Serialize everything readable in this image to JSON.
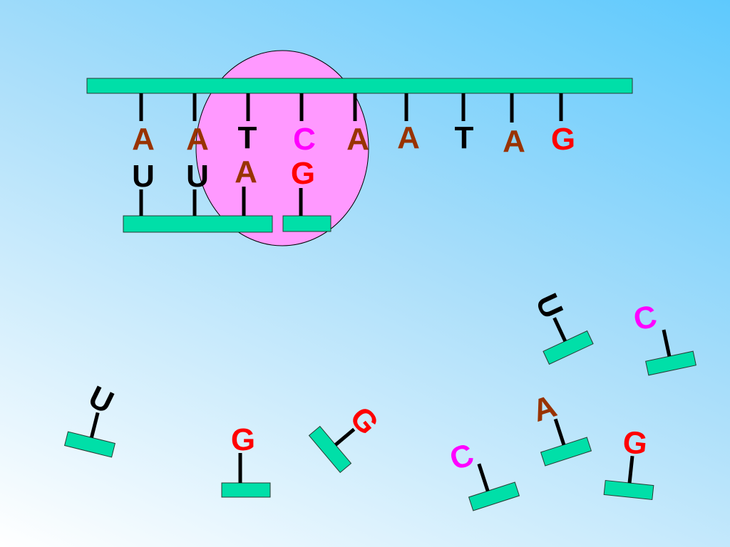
{
  "colors": {
    "background_top_right": "#5ec9fd",
    "background_bottom_left": "#ffffff",
    "backbone": "#00dfa8",
    "polymerase": "#ff99ff",
    "base_A": "#993300",
    "base_T": "#000000",
    "base_U": "#000000",
    "base_C": "#ff00ff",
    "base_G": "#ff0000"
  },
  "dna_template_bases": [
    "A",
    "A",
    "T",
    "C",
    "A",
    "A",
    "T",
    "A",
    "G"
  ],
  "rna_paired_bases": [
    "U",
    "U",
    "A",
    "G"
  ],
  "free_nucleotides": [
    "U",
    "C",
    "A",
    "G",
    "U",
    "G",
    "G",
    "C"
  ]
}
